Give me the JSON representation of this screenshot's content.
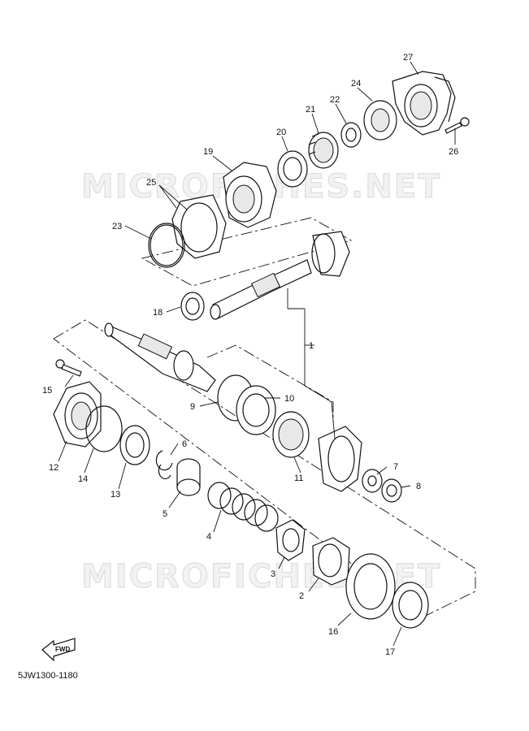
{
  "drawing_code": "5JW1300-1180",
  "fwd_label": "FWD",
  "watermarks": [
    "MICROFICHES.NET",
    "MICROFICHES.NET"
  ],
  "callouts": {
    "p1": "1",
    "p2": "2",
    "p3": "3",
    "p4": "4",
    "p5": "5",
    "p6": "6",
    "p7": "7",
    "p8": "8",
    "p9": "9",
    "p10": "10",
    "p11": "11",
    "p12": "12",
    "p13": "13",
    "p14": "14",
    "p15": "15",
    "p16": "16",
    "p17": "17",
    "p18": "18",
    "p19": "19",
    "p20": "20",
    "p21": "21",
    "p22": "22",
    "p23": "23",
    "p24": "24",
    "p25": "25",
    "p26": "26",
    "p27": "27"
  }
}
